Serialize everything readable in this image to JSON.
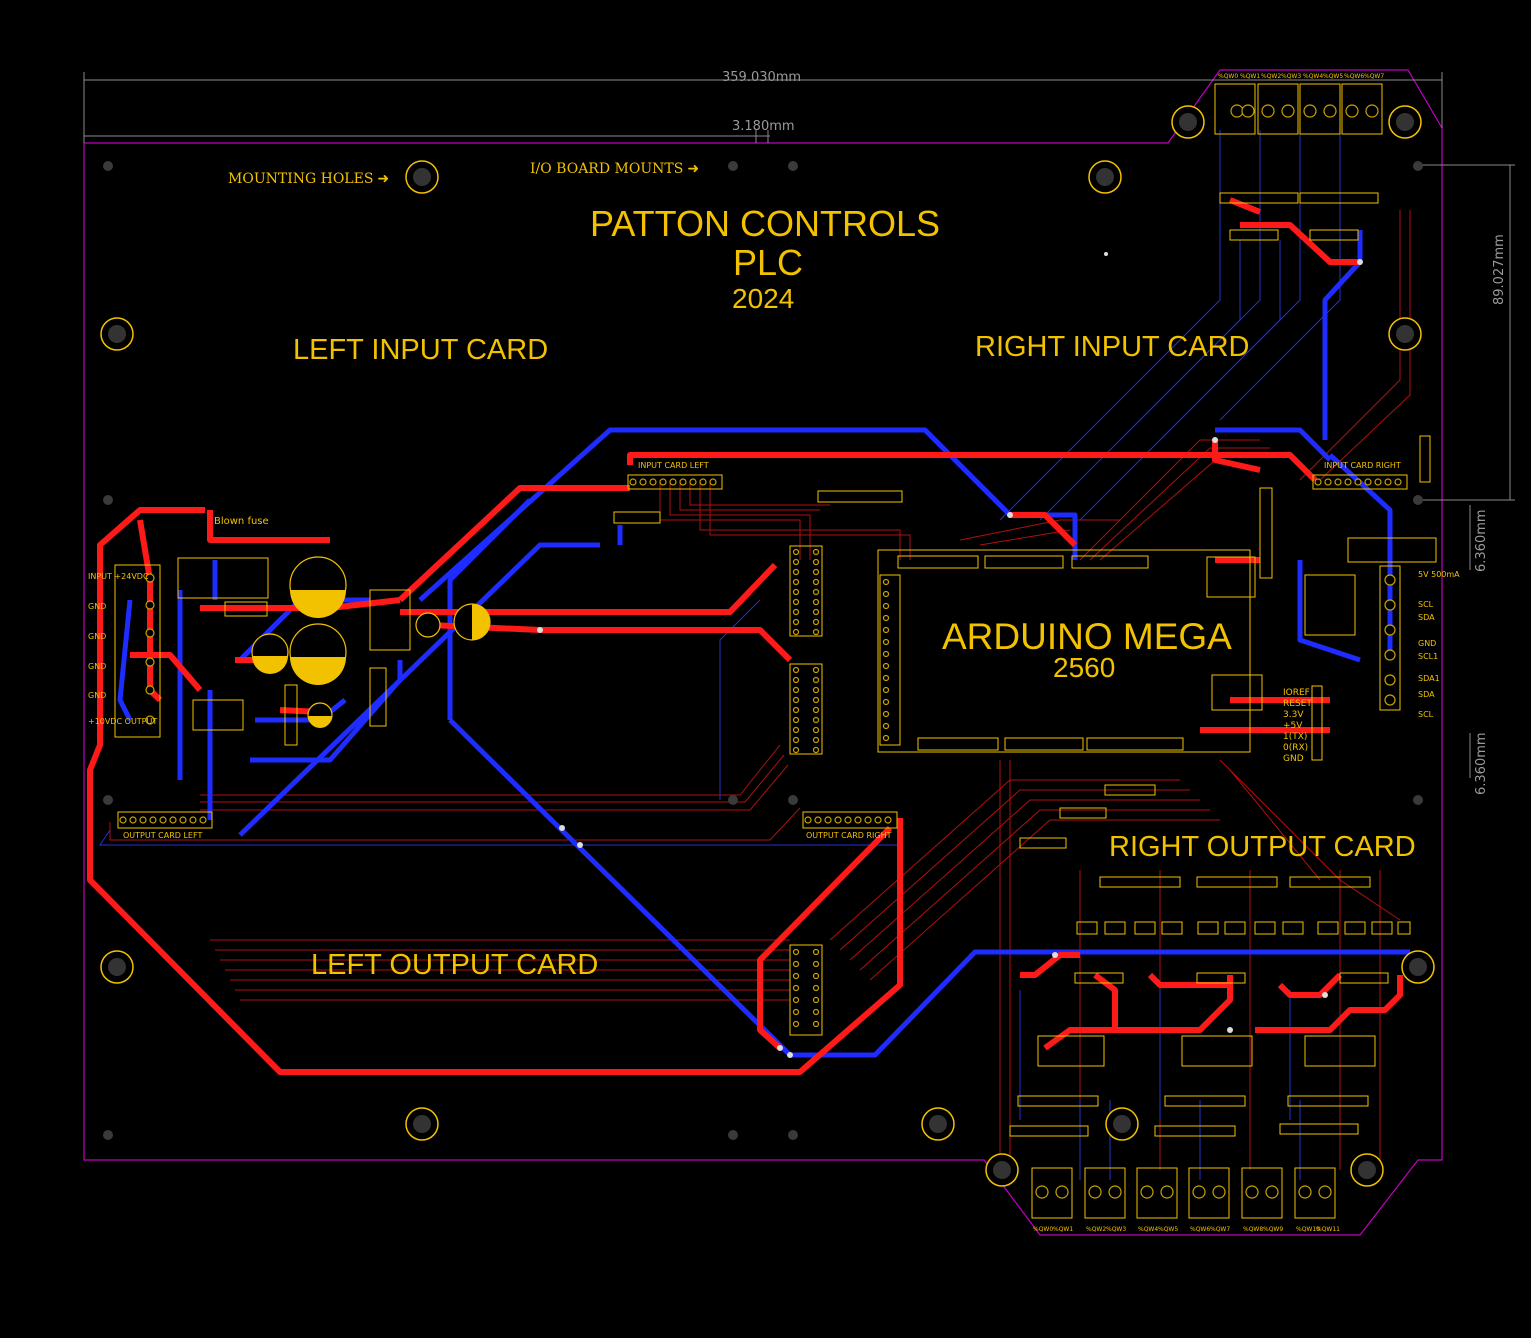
{
  "board": {
    "title_line1": "PATTON CONTROLS",
    "title_line2": "PLC",
    "year": "2024"
  },
  "annotations": {
    "mounting_holes": "MOUNTING HOLES",
    "io_board_mounts": "I/O BOARD MOUNTS"
  },
  "sections": {
    "left_input": "LEFT INPUT CARD",
    "right_input": "RIGHT INPUT CARD",
    "left_output": "LEFT OUTPUT CARD",
    "right_output": "RIGHT OUTPUT CARD",
    "arduino_line1": "ARDUINO MEGA",
    "arduino_line2": "2560"
  },
  "dimensions": {
    "width": "359.030mm",
    "offset": "3.180mm",
    "height_right": "89.027mm",
    "small_a": "6.360mm",
    "small_b": "6.360mm"
  },
  "connectors": {
    "input_card_left": "INPUT CARD LEFT",
    "input_card_right": "INPUT CARD RIGHT",
    "output_card_left": "OUTPUT CARD LEFT",
    "output_card_right": "OUTPUT CARD RIGHT",
    "blown_fuse": "Blown fuse"
  },
  "power_labels": [
    "INPUT +24VDC",
    "GND",
    "GND",
    "GND",
    "GND",
    "+10VDC OUTPUT"
  ],
  "arduino_pins_right": [
    "IOREF",
    "RESET",
    "3.3V",
    "+5V",
    "1(TX)",
    "0(RX)",
    "GND"
  ],
  "rtc_labels": [
    "5V 500mA",
    "SCL",
    "SDA",
    "GND",
    "SCL1",
    "SDA1",
    "SDA",
    "SCL"
  ],
  "top_outputs": [
    "%QW0",
    "%QW1",
    "%QW2",
    "%QW3",
    "%QW4",
    "%QW5",
    "%QW6",
    "%QW7"
  ],
  "bottom_outputs": [
    "%QW0",
    "%QW1",
    "%QW2",
    "%QW3",
    "%QW4",
    "%QW5",
    "%QW6",
    "%QW7",
    "%QW8",
    "%QW9",
    "%QW10",
    "%QW11"
  ],
  "colors": {
    "front_copper": "#ff1a1a",
    "back_copper": "#1f2cff",
    "silkscreen": "#f2c200",
    "edge_cuts": "#c000c0",
    "thin_traces": "#b01010",
    "dimension": "#9a9a9a"
  }
}
